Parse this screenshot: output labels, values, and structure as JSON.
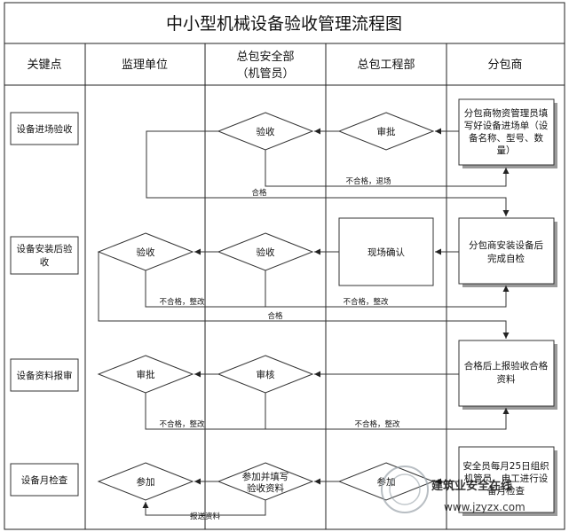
{
  "title": "中小型机械设备验收管理流程图",
  "columns": {
    "key": "关键点",
    "supervision": "监理单位",
    "safety_line1": "总包安全部",
    "safety_line2": "（机管员）",
    "engineering": "总包工程部",
    "subcontractor": "分包商"
  },
  "key_points": {
    "entry": "设备进场验收",
    "install_line1": "设备安装后验",
    "install_line2": "收",
    "docs": "设备资料报审",
    "monthly": "设备月检查"
  },
  "nodes": {
    "sub_entry": [
      "分包商物资管理员填",
      "写好设备进场单（设",
      "备名称、型号、数",
      "量）"
    ],
    "approve_eng": "审批",
    "accept_safety1": "验收",
    "site_confirm": "现场确认",
    "sub_install": [
      "分包商安装设备后",
      "完成自检"
    ],
    "accept_safety2": "验收",
    "accept_sup": "验收",
    "sub_docs": [
      "合格后上报验收合格",
      "资料"
    ],
    "review_safety": "审核",
    "approve_sup": "审批",
    "monthly_sub": [
      "安全员每月25日组织",
      "机管员、电工进行设",
      "备月检查"
    ],
    "join_eng": "参加",
    "join_safety": [
      "参加并填写",
      "验收资料"
    ],
    "join_sup": "参加"
  },
  "edge_labels": {
    "reject_exit": "不合格，退场",
    "pass": "合格",
    "reject_fix": "不合格，整改",
    "submit_docs": "报送资料"
  },
  "watermark": {
    "brand": "建筑业安全在线",
    "site": "www.jzyzx.com"
  }
}
